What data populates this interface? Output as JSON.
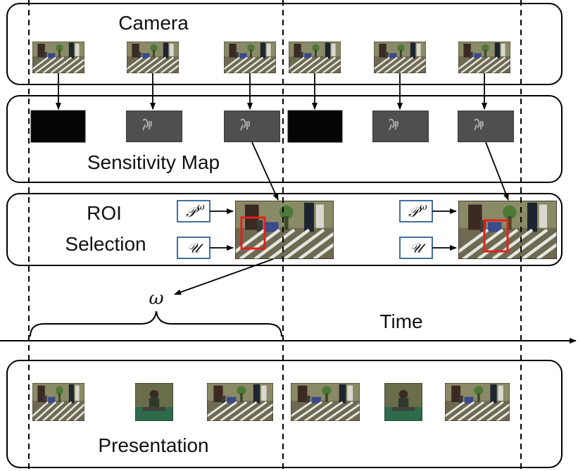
{
  "rows": {
    "camera": {
      "label": "Camera"
    },
    "sensitivity": {
      "label": "Sensitivity Map"
    },
    "roi": {
      "label_line1": "ROI",
      "label_line2": "Selection"
    },
    "presentation": {
      "label": "Presentation"
    }
  },
  "inputs": {
    "p_omega": "𝒫",
    "p_omega_sup": "ω",
    "u": "𝒰"
  },
  "window": {
    "symbol": "ω"
  },
  "axis": {
    "time_label": "Time"
  },
  "colors": {
    "box_border": "#000000",
    "box_fill": "#ffffff",
    "input_border": "#41719c",
    "roi_highlight": "#e3201b",
    "sens_dark": "#050505",
    "sens_gray": "#505050"
  },
  "sensitivity_frames": [
    "black",
    "gray",
    "gray",
    "black",
    "gray",
    "gray"
  ]
}
